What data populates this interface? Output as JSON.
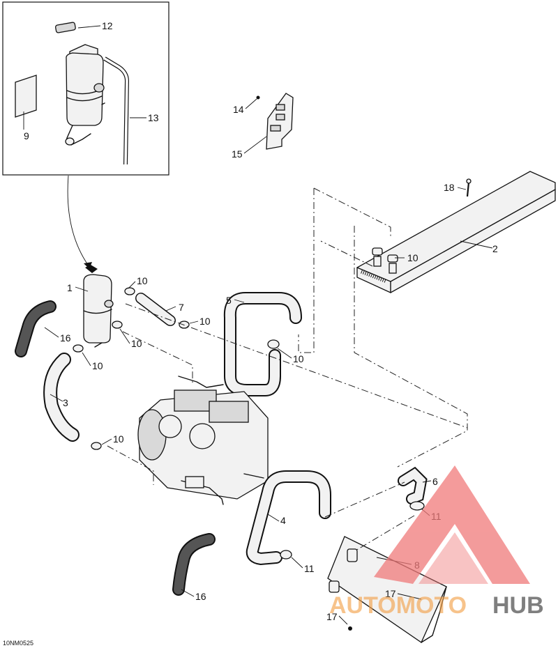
{
  "figure_code": "10NM0525",
  "callouts": {
    "c1": "1",
    "c2": "2",
    "c3": "3",
    "c4": "4",
    "c5": "5",
    "c6": "6",
    "c7": "7",
    "c8": "8",
    "c9": "9",
    "c10a": "10",
    "c10b": "10",
    "c10c": "10",
    "c10d": "10",
    "c10e": "10",
    "c10f": "10",
    "c10g": "10",
    "c11a": "11",
    "c11b": "11",
    "c12": "12",
    "c13": "13",
    "c14": "14",
    "c15": "15",
    "c16a": "16",
    "c16b": "16",
    "c17a": "17",
    "c17b": "17",
    "c18": "18"
  },
  "watermark": {
    "brand_part1": "AUTOMOTO",
    "brand_part2": "HUB",
    "color_primary": "#f07a7a",
    "color_secondary": "#f2c24b",
    "color_dark": "#555555"
  }
}
